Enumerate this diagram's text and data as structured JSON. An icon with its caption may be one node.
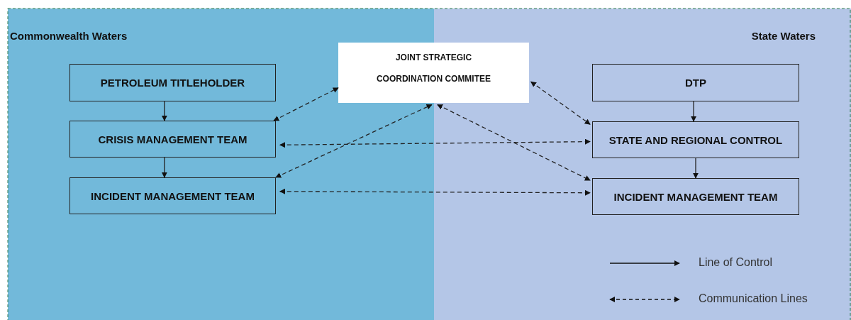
{
  "diagram": {
    "nodes": [
      {
        "text": [
          "Commonwealth Waters"
        ]
      },
      {
        "text": [
          "State Waters"
        ]
      },
      {
        "text": [
          "JOINT STRATEGIC COORDINATION COMMITEE"
        ]
      },
      {
        "text": [
          "PETROLEUM TITLEHOLDER"
        ],
        "in": 0
      },
      {
        "text": [
          "CRISIS MANAGEMENT TEAM"
        ],
        "in": 0
      },
      {
        "text": [
          "INCIDENT MANAGEMENT TEAM"
        ],
        "in": 0
      },
      {
        "text": [
          "DTP"
        ],
        "in": 1
      },
      {
        "text": [
          "STATE AND REGIONAL CONTROL"
        ],
        "in": 1
      },
      {
        "text": [
          "INCIDENT MANAGEMENT TEAM"
        ],
        "in": 1
      }
    ],
    "edges": [
      {
        "from": 3,
        "to": 4,
        "arrow": "to"
      },
      {
        "from": 4,
        "to": 5,
        "arrow": "to"
      },
      {
        "from": 6,
        "to": 7,
        "arrow": "to"
      },
      {
        "from": 7,
        "to": 8,
        "arrow": "to"
      },
      {
        "from": 4,
        "to": 2,
        "arrow": "both",
        "style": "dashed"
      },
      {
        "from": 5,
        "to": 2,
        "arrow": "both",
        "style": "dashed"
      },
      {
        "from": 2,
        "to": 7,
        "arrow": "both",
        "style": "dashed"
      },
      {
        "from": 2,
        "to": 8,
        "arrow": "both",
        "style": "dashed"
      },
      {
        "from": 4,
        "to": 7,
        "arrow": "both",
        "style": "dashed"
      },
      {
        "from": 5,
        "to": 8,
        "arrow": "both",
        "style": "dashed"
      }
    ],
    "legend": [
      {
        "text": "Line of Control"
      },
      {
        "text": "Communication Lines"
      }
    ]
  }
}
